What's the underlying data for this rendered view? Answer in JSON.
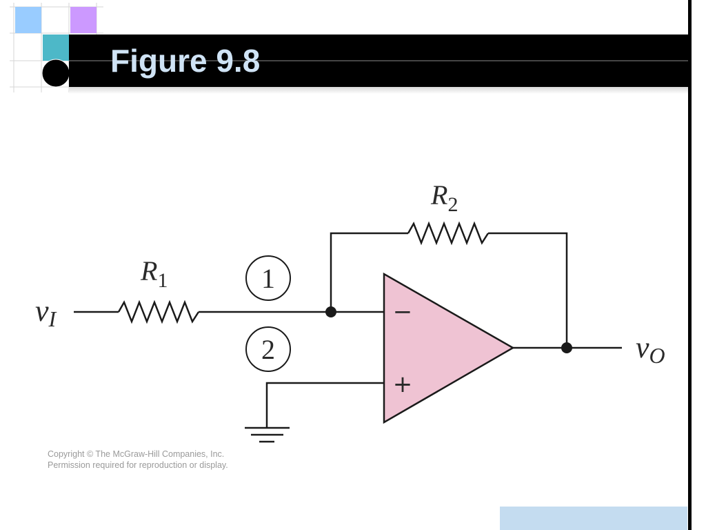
{
  "slide": {
    "title": "Figure 9.8"
  },
  "circuit": {
    "input_label": "v",
    "input_subscript": "I",
    "output_label": "v",
    "output_subscript": "O",
    "r1_label": "R",
    "r1_subscript": "1",
    "r2_label": "R",
    "r2_subscript": "2",
    "node1_label": "1",
    "node2_label": "2",
    "inverting_sign": "−",
    "noninverting_sign": "+",
    "opamp_color": "#efc3d3"
  },
  "copyright": {
    "line1": "Copyright © The McGraw-Hill Companies, Inc.",
    "line2": "Permission required for reproduction or display."
  },
  "colors": {
    "title_text": "#cfe3f5",
    "title_bar": "#000000",
    "deco_blue": "#99ccff",
    "deco_purple": "#cc99ff",
    "deco_teal": "#4db8c8",
    "accent_block": "#c4dcf0"
  }
}
